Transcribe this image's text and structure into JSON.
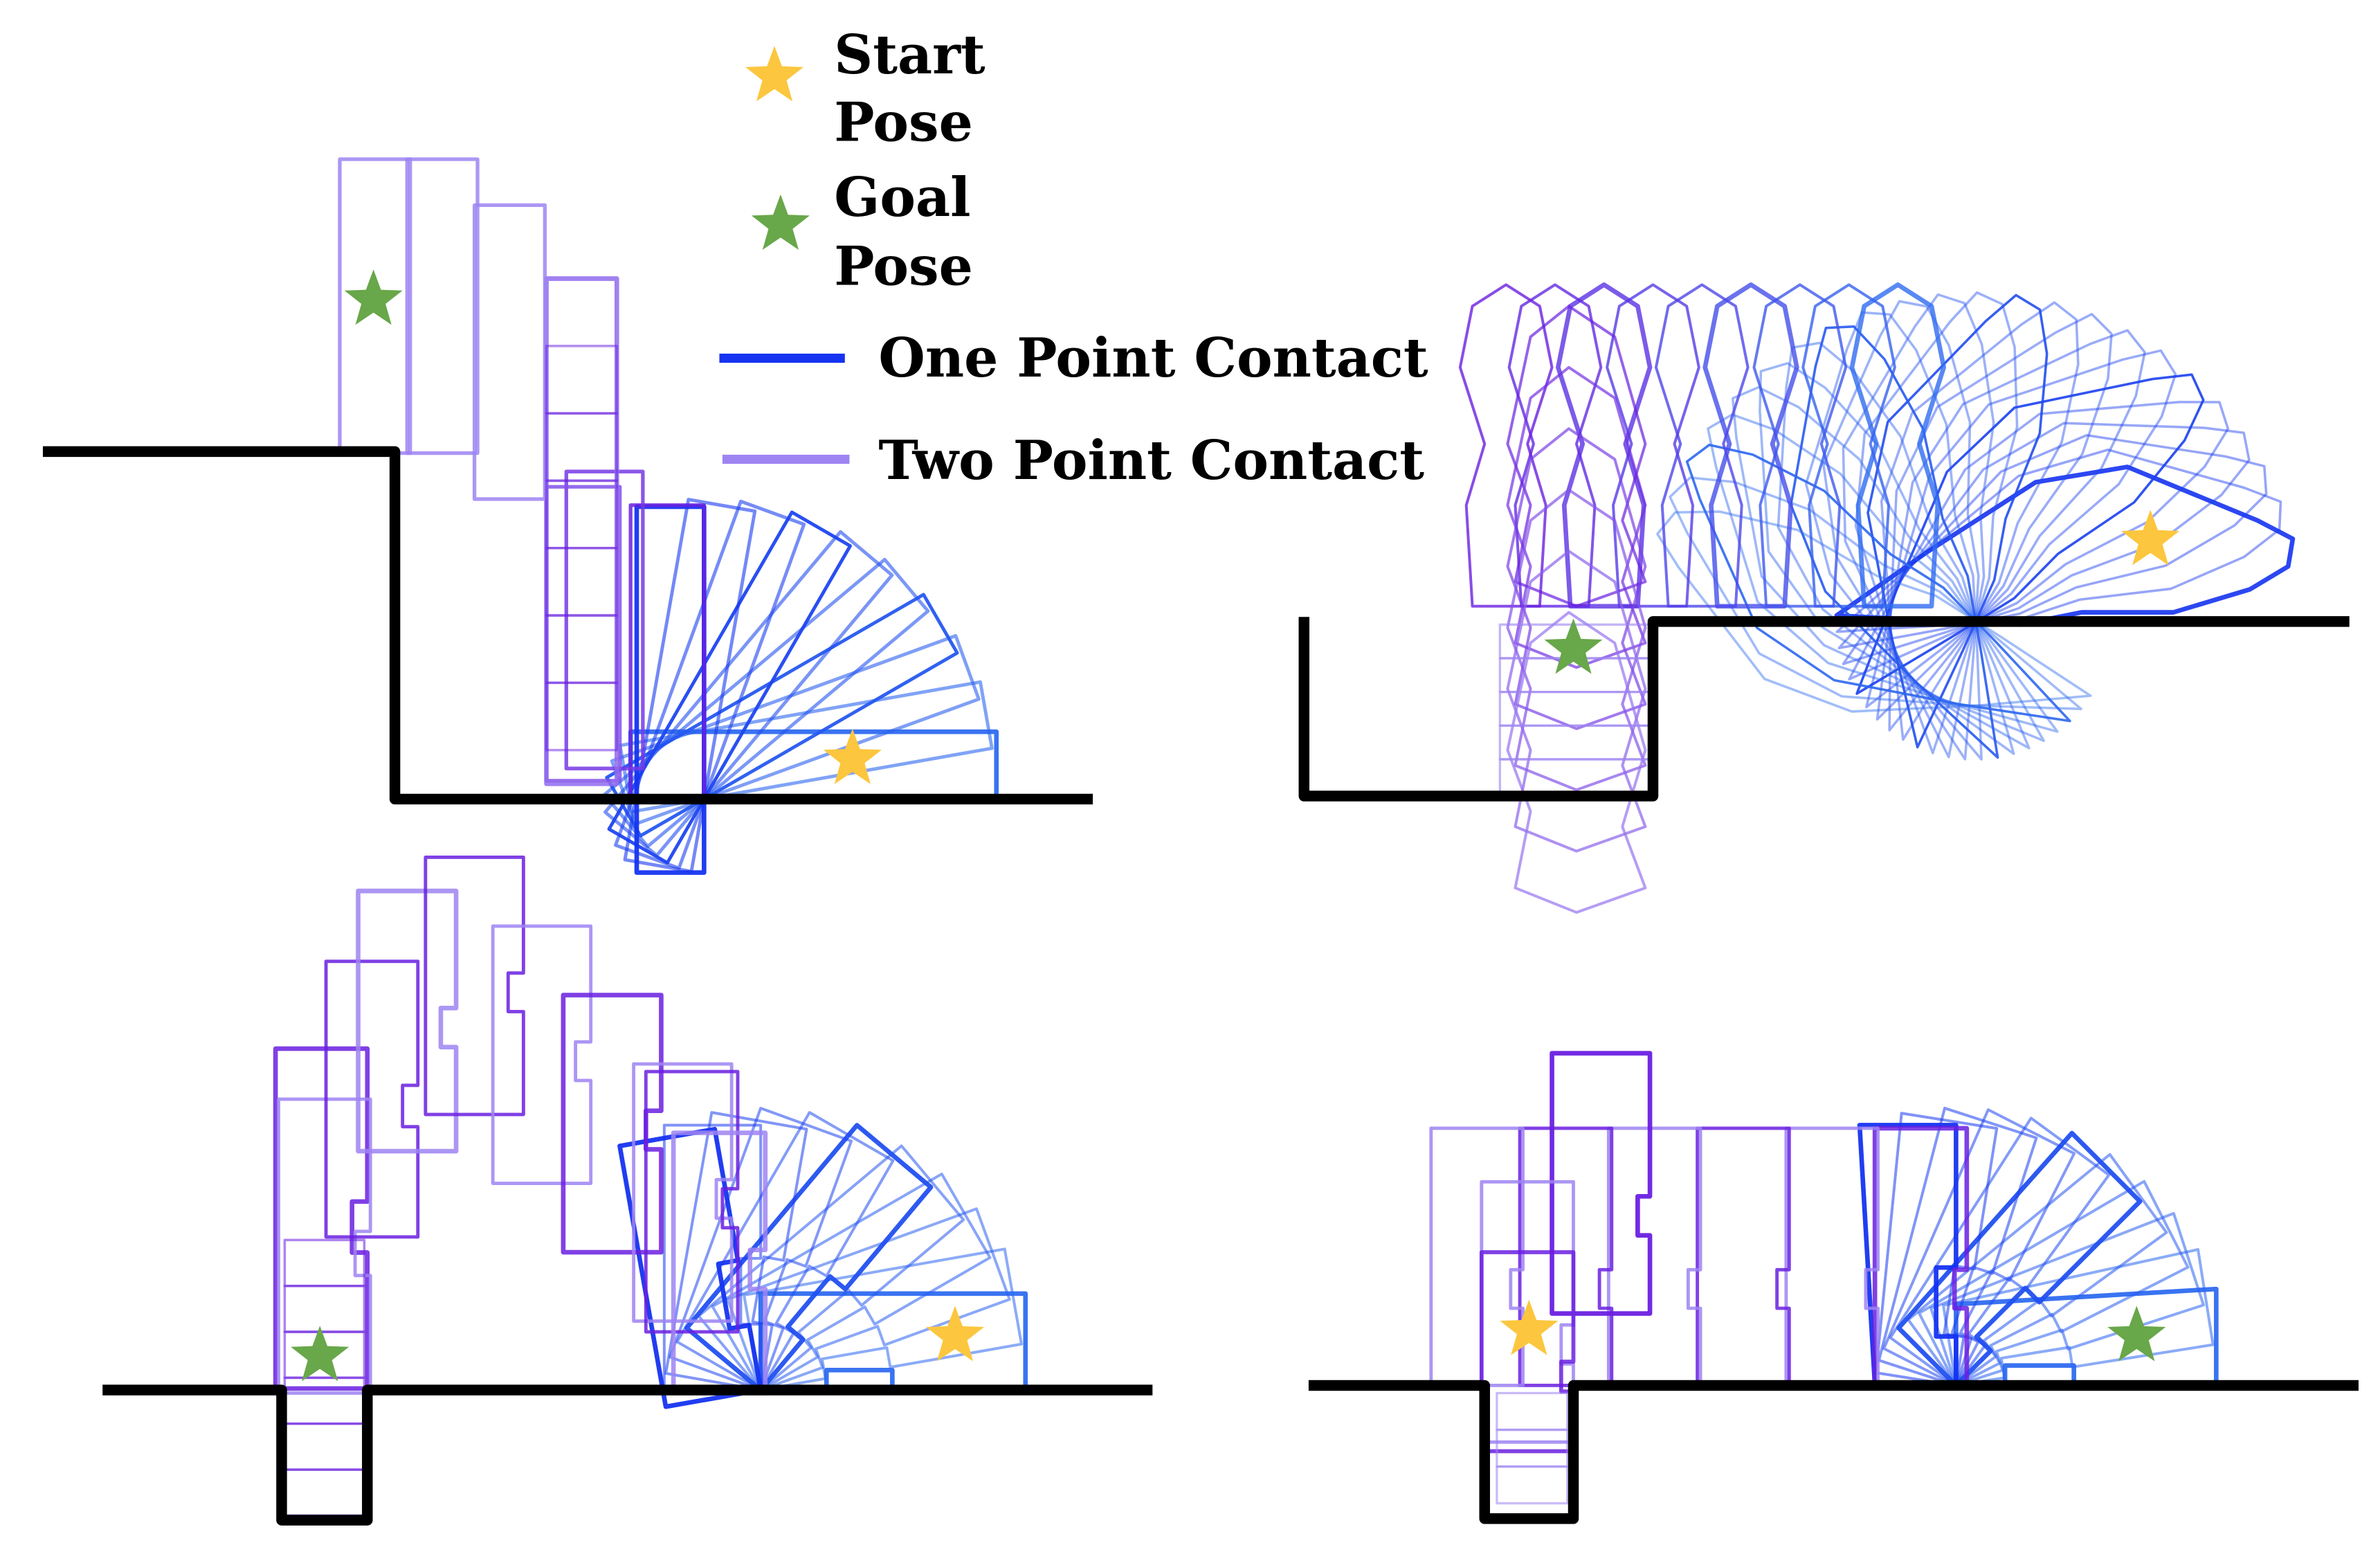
{
  "legend": {
    "start_pose": [
      "Start",
      "Pose"
    ],
    "goal_pose": [
      "Goal",
      "Pose"
    ],
    "one_point_contact": "One Point Contact",
    "two_point_contact": "Two Point Contact"
  },
  "colors": {
    "ground": "#000000",
    "one_point_contact": "#1533f0",
    "two_point_contact": "#9d84f2",
    "trajectory_start_tint": "#6a1fe0",
    "trajectory_end_tint": "#2f6cf0",
    "start_star": "#fcc63e",
    "goal_star": "#68a74a"
  },
  "panels": [
    {
      "id": "top-left",
      "scene": "box tipping from ground up onto ledge"
    },
    {
      "id": "top-right",
      "scene": "irregular object rolled from platform down into pit"
    },
    {
      "id": "bottom-left",
      "scene": "object flipped from ground into narrow slot"
    },
    {
      "id": "bottom-right",
      "scene": "object pulled out of slot and laid flat"
    }
  ]
}
